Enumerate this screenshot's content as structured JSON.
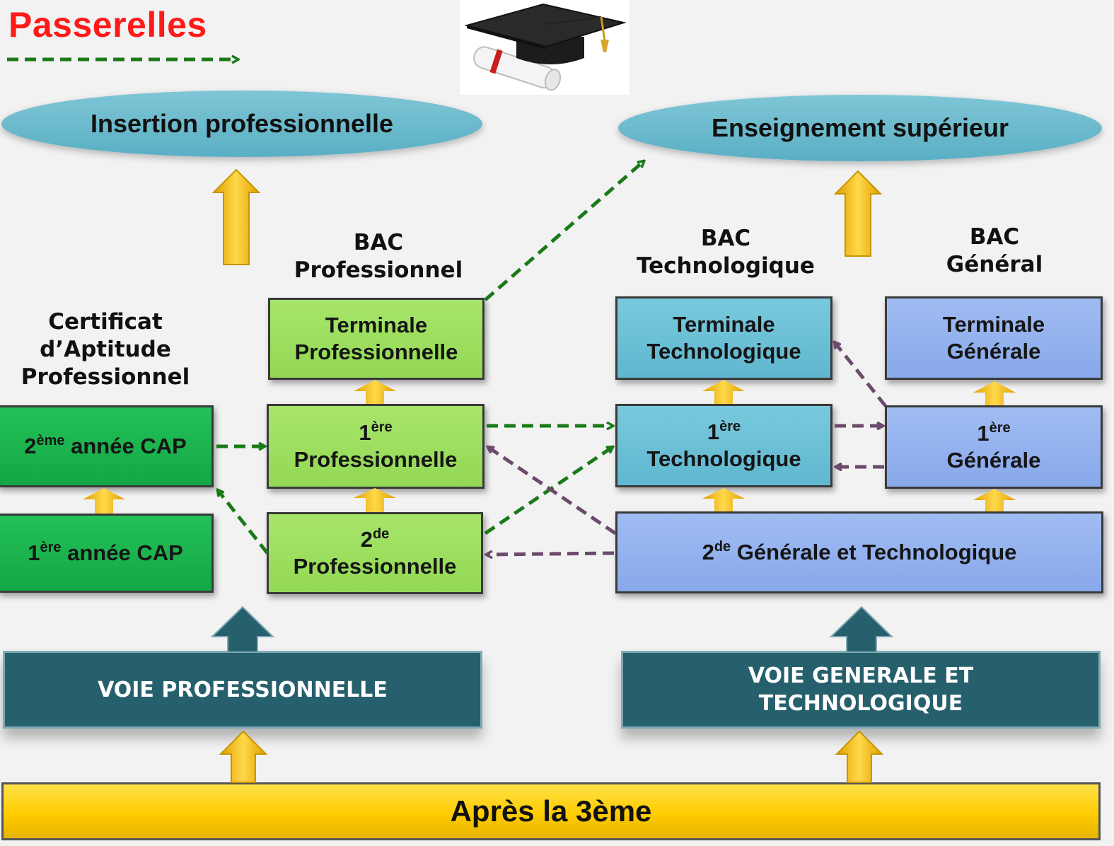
{
  "legend": {
    "title": "Passerelles",
    "arrow_color": "#1a7a1a"
  },
  "image": {
    "icon": "graduation-cap-icon"
  },
  "outcomes": {
    "insertion": "Insertion professionnelle",
    "superieur": "Enseignement supérieur"
  },
  "headings": {
    "cap": [
      "Certificat",
      "d’Aptitude",
      "Professionnel"
    ],
    "bac_pro": [
      "BAC",
      "Professionnel"
    ],
    "bac_techno": [
      "BAC",
      "Technologique"
    ],
    "bac_general": [
      "BAC",
      "Général"
    ]
  },
  "boxes": {
    "cap2": {
      "num": "2",
      "sup": "ème",
      "text": " année CAP"
    },
    "cap1": {
      "num": "1",
      "sup": "ère",
      "text": " année CAP"
    },
    "term_pro": [
      "Terminale",
      "Professionnelle"
    ],
    "premiere_pro": {
      "num": "1",
      "sup": "ère",
      "line2": "Professionnelle"
    },
    "seconde_pro": {
      "num": "2",
      "sup": "de",
      "line2": "Professionnelle"
    },
    "term_techno": [
      "Terminale",
      "Technologique"
    ],
    "premiere_techno": {
      "num": "1",
      "sup": "ère",
      "line2": "Technologique"
    },
    "term_gen": [
      "Terminale",
      "Générale"
    ],
    "premiere_gen": {
      "num": "1",
      "sup": "ère",
      "line2": "Générale"
    },
    "seconde_gt": {
      "num": "2",
      "sup": "de",
      "text": " Générale et Technologique"
    }
  },
  "voies": {
    "pro": "VOIE PROFESSIONNELLE",
    "gt_line1": "VOIE GENERALE ET",
    "gt_line2": "TECHNOLOGIQUE"
  },
  "base": "Après la 3ème",
  "colors": {
    "passerelle_green": "#1a7a1a",
    "passerelle_purple": "#6b4a6b",
    "progression_yellow": "#ffc20e",
    "voie_teal": "#27606d"
  }
}
